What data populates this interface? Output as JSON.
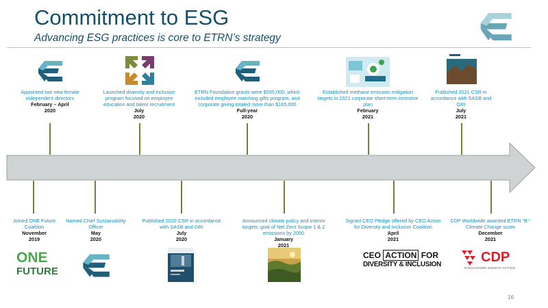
{
  "slide": {
    "title": "Commitment to ESG",
    "subtitle": "Advancing ESG practices is core to ETRN’s strategy",
    "page_number": "16"
  },
  "colors": {
    "title": "#13506a",
    "event_text": "#1b8db6",
    "stem": "#708238",
    "arrow_fill": "#d0d3d3",
    "arrow_stroke": "#9aa0a0"
  },
  "top_events": [
    {
      "desc": "Appointed two new female independent directors",
      "date": "February – April",
      "year": "2020",
      "icon": "etrn-logo-icon"
    },
    {
      "desc": "Launched diversity and inclusion program focused on employee education and talent recruitment",
      "date": "July",
      "year": "2020",
      "icon": "diversity-arrows-icon"
    },
    {
      "desc": "ETRN Foundation grants were $555,000, which included employee matching gifts program, and corporate giving totaled more than $165,000",
      "date": "Full-year",
      "year": "2020",
      "icon": "etrn-logo-icon"
    },
    {
      "desc": "Established methane emission mitigation targets in 2021 corporate short-term incentive plan",
      "date": "February",
      "year": "2021",
      "icon": "methane-target-image"
    },
    {
      "desc": "Published 2021 CSR in accordance with SASB and GRI",
      "date": "July",
      "year": "2021",
      "icon": "csr-2021-cover-image"
    }
  ],
  "bottom_events": [
    {
      "desc": "Joined ONE Future Coalition",
      "date": "November",
      "year": "2019",
      "icon": "one-future-logo"
    },
    {
      "desc": "Named Chief Sustainability Officer",
      "date": "May",
      "year": "2020",
      "icon": "etrn-logo-icon"
    },
    {
      "desc": "Published 2020 CSR in accordance with SASB and GRI",
      "date": "July",
      "year": "2020",
      "icon": "csr-2020-cover-image"
    },
    {
      "desc": "Announced climate policy and interim targets; goal of Net Zero Scope 1 & 2 emissions by 2050",
      "date": "January",
      "year": "2021",
      "icon": "climate-landscape-image"
    },
    {
      "desc": "Signed CEO Pledge offered by CEO Action for Diversity and Inclusion Coalition",
      "date": "April",
      "year": "2021",
      "icon": "ceo-action-logo"
    },
    {
      "desc": "CDP Worldwide awarded ETRN “B-” Climate Change score",
      "date": "December",
      "year": "2021",
      "icon": "cdp-logo"
    }
  ],
  "logos": {
    "one_future": {
      "line1": "ONE",
      "line2": "FUTURE"
    },
    "ceo_action": {
      "part1": "CEO",
      "part2": "ACTION",
      "part3": "FOR",
      "part4": "DIVERSITY & INCLUSION"
    },
    "cdp": {
      "name": "CDP",
      "tagline": "DISCLOSURE INSIGHT ACTION"
    }
  }
}
